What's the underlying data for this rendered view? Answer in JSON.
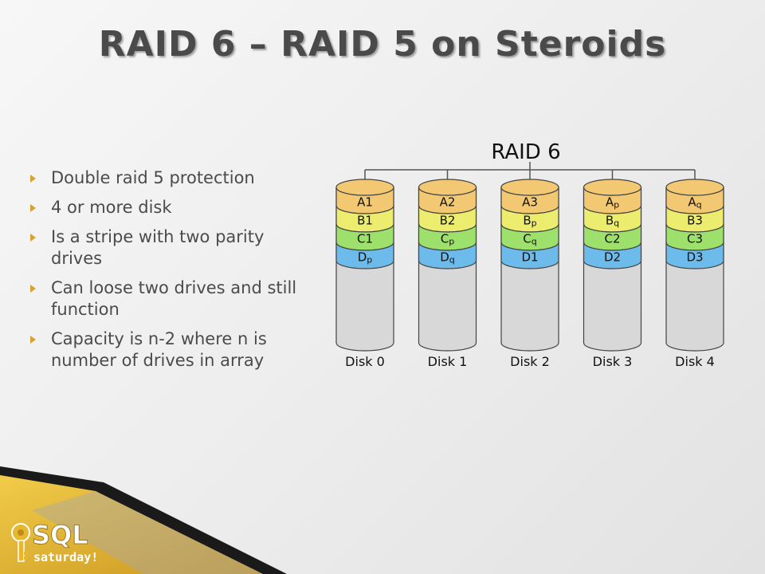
{
  "slide": {
    "title": "RAID 6 – RAID 5 on Steroids",
    "bullets": [
      "Double raid 5 protection",
      "4 or more disk",
      "Is a stripe with two parity drives",
      "Can loose two drives and still function",
      "Capacity is n-2 where n is number of drives in array"
    ]
  },
  "diagram": {
    "title": "RAID 6",
    "disks": [
      {
        "label": "Disk 0",
        "blocks": [
          [
            "A",
            "1"
          ],
          [
            "B",
            "1"
          ],
          [
            "C",
            "1"
          ],
          [
            "D",
            "p"
          ]
        ]
      },
      {
        "label": "Disk 1",
        "blocks": [
          [
            "A",
            "2"
          ],
          [
            "B",
            "2"
          ],
          [
            "C",
            "p"
          ],
          [
            "D",
            "q"
          ]
        ]
      },
      {
        "label": "Disk 2",
        "blocks": [
          [
            "A",
            "3"
          ],
          [
            "B",
            "p"
          ],
          [
            "C",
            "q"
          ],
          [
            "D",
            "1"
          ]
        ]
      },
      {
        "label": "Disk 3",
        "blocks": [
          [
            "A",
            "p"
          ],
          [
            "B",
            "q"
          ],
          [
            "C",
            "2"
          ],
          [
            "D",
            "2"
          ]
        ]
      },
      {
        "label": "Disk 4",
        "blocks": [
          [
            "A",
            "q"
          ],
          [
            "B",
            "3"
          ],
          [
            "C",
            "3"
          ],
          [
            "D",
            "3"
          ]
        ]
      }
    ],
    "row_colors": [
      "#f3c873",
      "#ecec6e",
      "#9ee06c",
      "#6dbbea"
    ],
    "disk_body_color": "#d8d8d8"
  },
  "logo": {
    "text": "SQL",
    "subtext": "saturday!",
    "accent": "#e8b730"
  }
}
